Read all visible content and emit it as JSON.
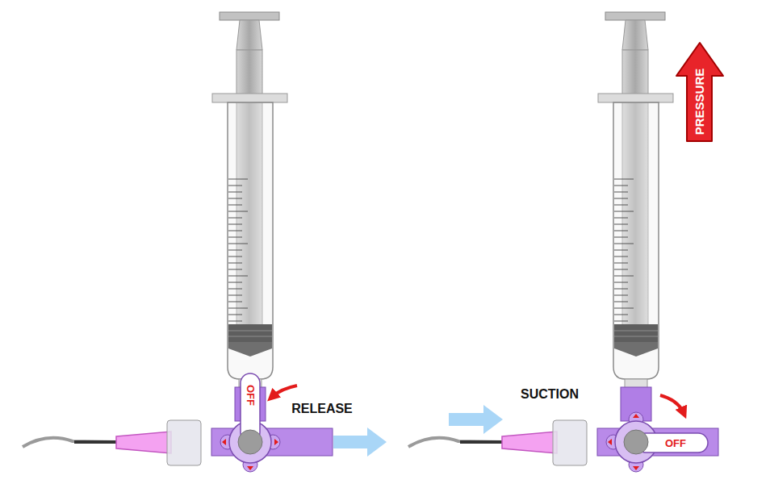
{
  "diagram": {
    "labels": [
      "OFF",
      "RELEASE",
      "PRESSURE",
      "SUCTION",
      "OFF"
    ]
  }
}
